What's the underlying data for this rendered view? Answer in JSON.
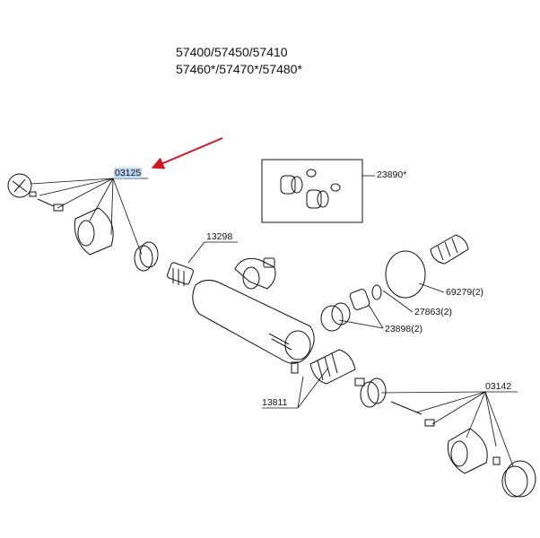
{
  "header": {
    "models_line1": "57400/57450/57410",
    "models_line2": "57460*/57470*/57480*"
  },
  "labels": {
    "left_handle_set": "03125",
    "right_handle_set": "03142",
    "check_valve_set": "23890*",
    "cover_plate": "69279(2)",
    "gasket": "27863(2)",
    "connector_nut": "23898(2)",
    "cartridge_left": "13298",
    "thermostatic_cartridge": "13811"
  },
  "colors": {
    "highlight": "#bcd7f3",
    "pointer_arrow": "#d0161c",
    "line": "#111111"
  }
}
